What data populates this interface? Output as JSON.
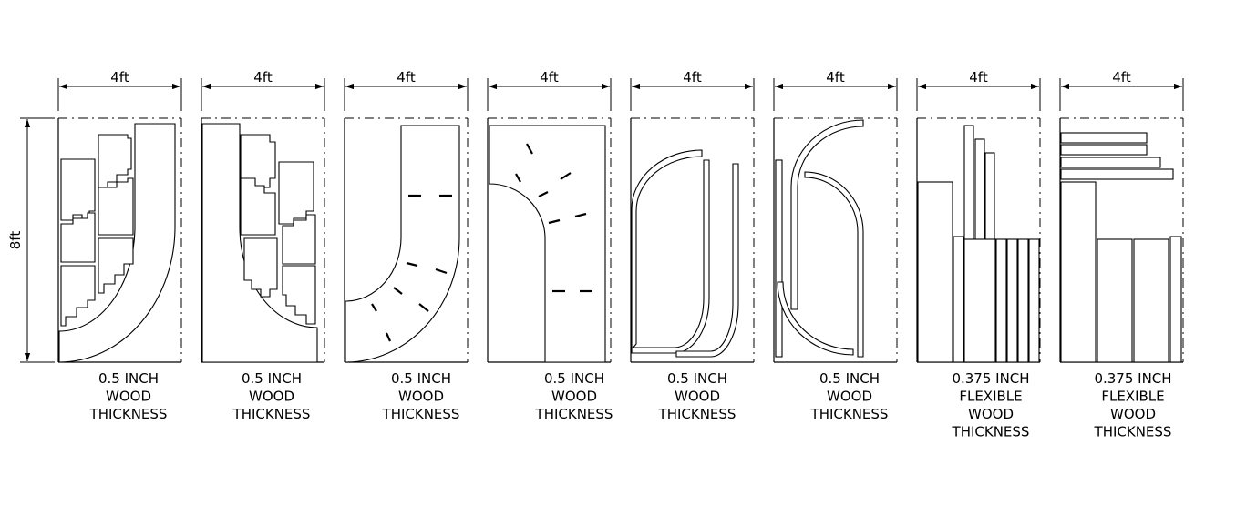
{
  "height_label": "8ft",
  "panels": [
    {
      "width_label": "4ft",
      "caption": [
        "0.5 INCH",
        "WOOD",
        "THICKNESS"
      ]
    },
    {
      "width_label": "4ft",
      "caption": [
        "0.5 INCH",
        "WOOD",
        "THICKNESS"
      ]
    },
    {
      "width_label": "4ft",
      "caption": [
        "0.5 INCH",
        "WOOD",
        "THICKNESS"
      ]
    },
    {
      "width_label": "4ft",
      "caption": [
        "0.5 INCH",
        "WOOD",
        "THICKNESS"
      ]
    },
    {
      "width_label": "4ft",
      "caption": [
        "0.5 INCH",
        "WOOD",
        "THICKNESS"
      ]
    },
    {
      "width_label": "4ft",
      "caption": [
        "0.5 INCH",
        "WOOD",
        "THICKNESS"
      ]
    },
    {
      "width_label": "4ft",
      "caption": [
        "0.375 INCH",
        "FLEXIBLE",
        "WOOD",
        "THICKNESS"
      ]
    },
    {
      "width_label": "4ft",
      "caption": [
        "0.375 INCH",
        "FLEXIBLE",
        "WOOD",
        "THICKNESS"
      ]
    }
  ]
}
